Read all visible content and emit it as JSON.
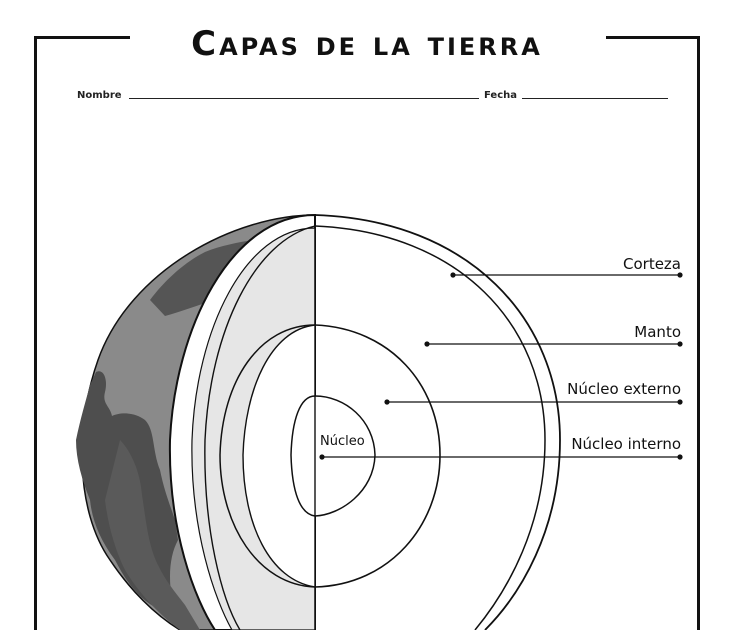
{
  "title": "Capas de la tierra",
  "form": {
    "name_label": "Nombre",
    "date_label": "Fecha"
  },
  "diagram": {
    "inner_label": "Núcleo",
    "labels": {
      "crust": "Corteza",
      "mantle": "Manto",
      "outer_core": "Núcleo externo",
      "inner_core": "Núcleo interno"
    }
  },
  "colors": {
    "outline": "#111111",
    "earth_dark": "#555555",
    "earth_light": "#8a8a8a",
    "band_fill": "#e6e6e6"
  }
}
